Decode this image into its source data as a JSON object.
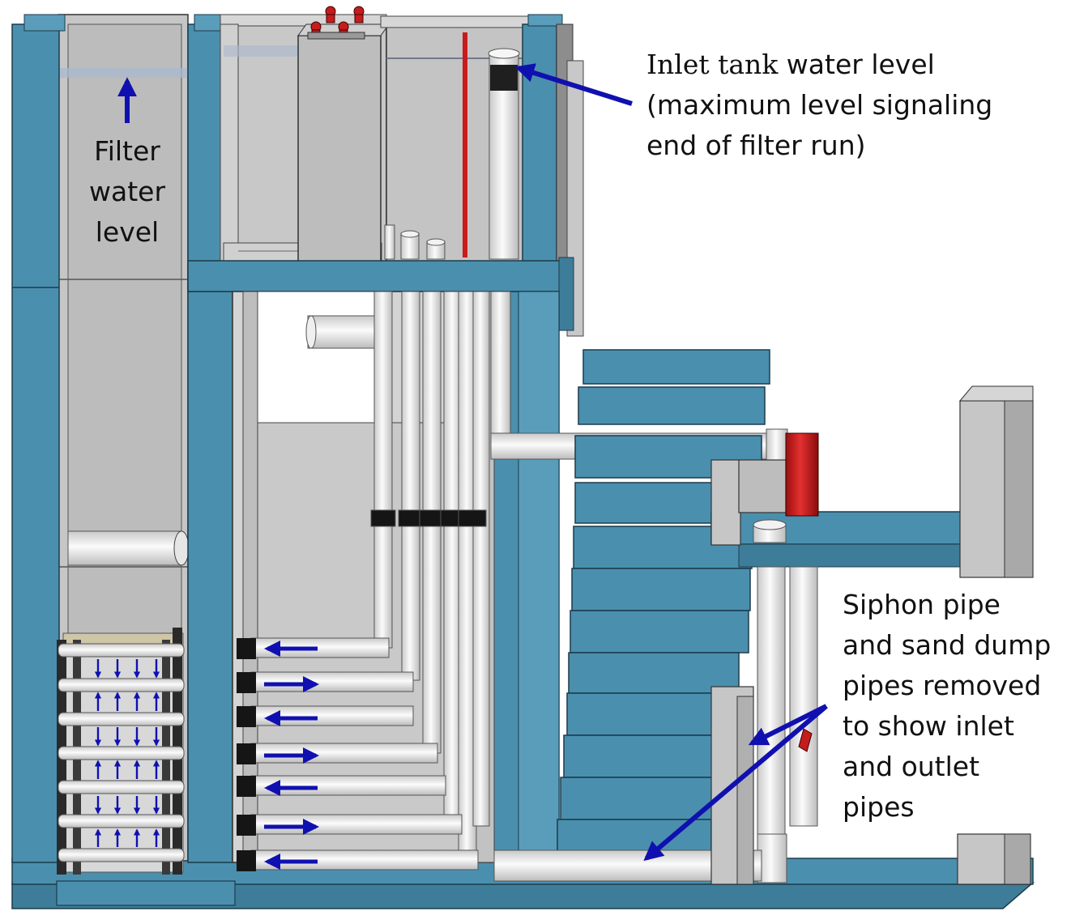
{
  "colors": {
    "structure_blue": "#4b8fae",
    "structure_blue_dark": "#356f8a",
    "panel_gray": "#bdbdbd",
    "panel_gray_light": "#d2d2d2",
    "pipe_white": "#efefef",
    "coupling_black": "#151515",
    "cap_red": "#d01c1c",
    "arrow_blue": "#1010b0"
  },
  "labels": {
    "filter_water_level": [
      "Filter",
      "water",
      "level"
    ],
    "inlet_tank_water_level": {
      "line1_serif": "Inlet tank",
      "line1_rest": " water level",
      "line2": "(maximum level signaling",
      "line3": "end of filter run)"
    },
    "siphon_note": [
      "Siphon pipe",
      "and sand dump",
      "pipes removed",
      "to show inlet",
      "and outlet",
      "pipes"
    ]
  },
  "flow_arrows": {
    "manifold_directions": [
      "left",
      "right",
      "left",
      "right",
      "left",
      "right",
      "left"
    ],
    "filter_bed_layers": [
      "down",
      "up",
      "down",
      "up",
      "down",
      "up"
    ]
  }
}
